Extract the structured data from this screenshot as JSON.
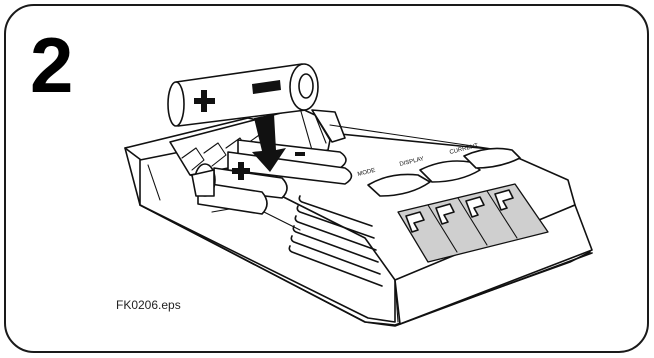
{
  "step": {
    "number": "2"
  },
  "figure": {
    "file_label": "FK0206.eps"
  },
  "charger": {
    "buttons": [
      "MODE",
      "DISPLAY",
      "CURRENT"
    ],
    "display_segments": 4,
    "icons": [
      "battery-plus-icon",
      "battery-minus-icon",
      "arrow-down-icon"
    ]
  }
}
